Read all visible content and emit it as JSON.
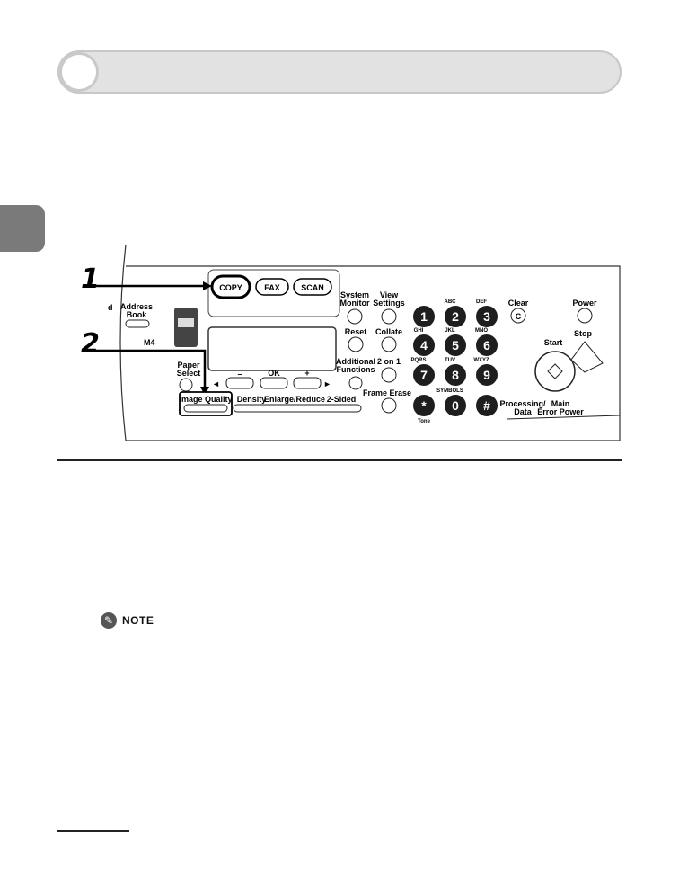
{
  "steps": [
    "1",
    "2"
  ],
  "panel": {
    "mode_buttons": [
      "COPY",
      "FAX",
      "SCAN"
    ],
    "left_labels": {
      "partial_d": "d",
      "address_book": "Address\nBook",
      "m4": "M4",
      "paper_select": "Paper\nSelect"
    },
    "nav": {
      "minus": "–",
      "ok": "OK",
      "plus": "+"
    },
    "function_labels": [
      "Image Quality",
      "Density",
      "Enlarge/Reduce",
      "2-Sided"
    ],
    "col_labels": {
      "system_monitor": "System\nMonitor",
      "view_settings": "View\nSettings",
      "reset": "Reset",
      "collate": "Collate",
      "additional_functions": "Additional\nFunctions",
      "two_on_one": "2 on 1",
      "frame_erase": "Frame Erase",
      "clear": "Clear",
      "power": "Power",
      "start": "Start",
      "stop": "Stop",
      "processing_data": "Processing/\nData",
      "main_power": "Main\nError Power"
    },
    "keypad": [
      {
        "digit": "1",
        "letters": ""
      },
      {
        "digit": "2",
        "letters": "ABC"
      },
      {
        "digit": "3",
        "letters": "DEF"
      },
      {
        "digit": "4",
        "letters": "GHI"
      },
      {
        "digit": "5",
        "letters": "JKL"
      },
      {
        "digit": "6",
        "letters": "MNO"
      },
      {
        "digit": "7",
        "letters": "PQRS"
      },
      {
        "digit": "8",
        "letters": "TUV"
      },
      {
        "digit": "9",
        "letters": "WXYZ"
      },
      {
        "digit": "*",
        "letters": "Tone"
      },
      {
        "digit": "0",
        "letters": "SYMBOLS"
      },
      {
        "digit": "#",
        "letters": ""
      }
    ]
  },
  "note": {
    "label": "NOTE"
  },
  "colors": {
    "tab": "#7a7a7a",
    "heading_bar": "#e2e2e2",
    "key_fill": "#1e1e1e"
  }
}
